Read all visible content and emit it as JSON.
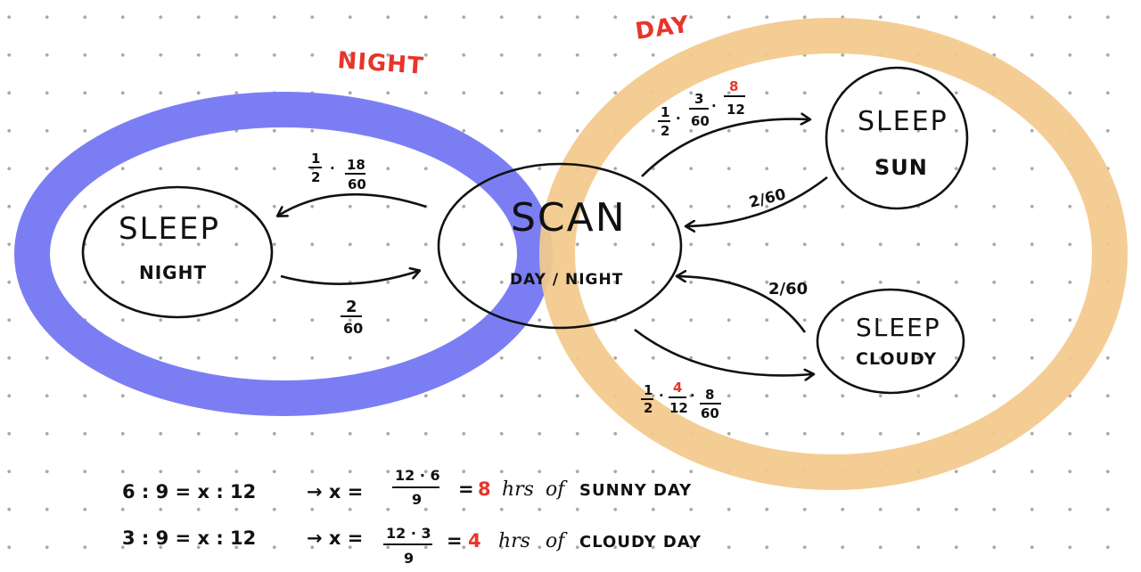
{
  "regions": {
    "night": {
      "label": "NIGHT",
      "color": "#7b7ef3"
    },
    "day": {
      "label": "DAY",
      "color": "#f3c98c"
    }
  },
  "label_color": "#e8352b",
  "states": {
    "sleep_night": {
      "title": "SLEEP",
      "sub": "NIGHT"
    },
    "scan": {
      "title": "SCAN",
      "sub": "DAY / NIGHT"
    },
    "sleep_sun": {
      "title": "SLEEP",
      "sub": "SUN"
    },
    "sleep_cloudy": {
      "title": "SLEEP",
      "sub": "CLOUDY"
    }
  },
  "transitions": {
    "scan_to_sleep_night": {
      "f1_num": "1",
      "f1_den": "2",
      "dot": "·",
      "f2_num": "18",
      "f2_den": "60"
    },
    "sleep_night_to_scan": {
      "num": "2",
      "den": "60"
    },
    "scan_to_sleep_sun": {
      "f1_num": "1",
      "f1_den": "2",
      "f2_num": "3",
      "f2_den": "60",
      "f3_num": "8",
      "f3_den": "12"
    },
    "sleep_sun_to_scan": {
      "label": "2/60"
    },
    "sleep_cloudy_to_scan": {
      "label": "2/60"
    },
    "scan_to_sleep_cloudy": {
      "f1_num": "1",
      "f1_den": "2",
      "f2_num": "4",
      "f2_den": "12",
      "f3_num": "8",
      "f3_den": "60"
    }
  },
  "equations": [
    {
      "ratio": "6 : 9 = x : 12",
      "arrow": "→ x =",
      "num": "12 · 6",
      "den": "9",
      "equals": "=",
      "result": "8",
      "unit": "hrs",
      "of": "of",
      "rest": "SUNNY DAY"
    },
    {
      "ratio": "3 : 9 = x : 12",
      "arrow": "→ x =",
      "num": "12 · 3",
      "den": "9",
      "equals": "=",
      "result": "4",
      "unit": "hrs",
      "of": "of",
      "rest": "CLOUDY DAY"
    }
  ]
}
